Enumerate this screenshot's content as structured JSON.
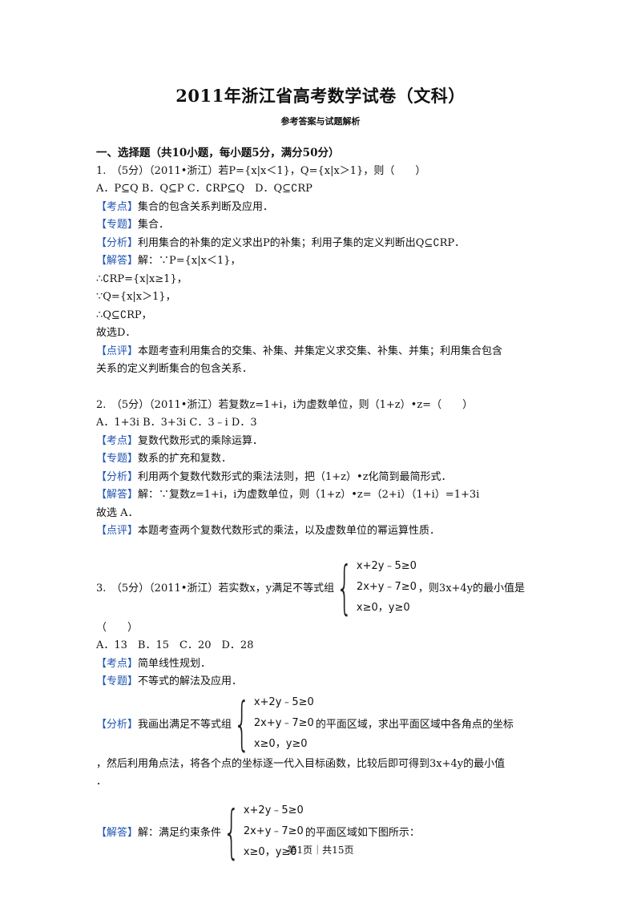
{
  "header": {
    "title": "2011年浙江省高考数学试卷（文科）",
    "subtitle": "参考答案与试题解析"
  },
  "section": "一、选择题（共10小题，每小题5分，满分50分）",
  "q1": {
    "stem": "1.　（5分）（2011•浙江）若P={x|x＜1}，Q={x|x＞1}，则（　　）",
    "options": "A．P⊆Q B．Q⊆P C．∁RP⊆Q　D．Q⊆∁RP",
    "kaodian_tag": "【考点】",
    "kaodian": "集合的包含关系判断及应用．",
    "zhuanti_tag": "【专题】",
    "zhuanti": "集合．",
    "fenxi_tag": "【分析】",
    "fenxi": "利用集合的补集的定义求出P的补集；利用子集的定义判断出Q⊆∁RP．",
    "jieda_tag": "【解答】",
    "jieda": "解：∵P={x|x＜1}，",
    "steps": [
      "∴∁RP={x|x≥1}，",
      "∵Q={x|x＞1}，",
      "∴Q⊆∁RP，",
      "故选D．"
    ],
    "dianping_tag": "【点评】",
    "dianping1": "本题考查利用集合的交集、补集、并集定义求交集、补集、并集；利用集合包含",
    "dianping2": "关系的定义判断集合的包含关系．"
  },
  "q2": {
    "stem": "2.　（5分）（2011•浙江）若复数z=1+i，i为虚数单位，则（1+z）•z=（　　）",
    "options": "A．1+3i B．3+3i C．3﹣i D．3",
    "kaodian_tag": "【考点】",
    "kaodian": "复数代数形式的乘除运算．",
    "zhuanti_tag": "【专题】",
    "zhuanti": "数系的扩充和复数．",
    "fenxi_tag": "【分析】",
    "fenxi": "利用两个复数代数形式的乘法法则，把（1+z）•z化简到最简形式．",
    "jieda_tag": "【解答】",
    "jieda": "解：∵复数z=1+i，i为虚数单位，则（1+z）•z=（2+i）（1+i）=1+3i",
    "choose": "故选 A．",
    "dianping_tag": "【点评】",
    "dianping": "本题考查两个复数代数形式的乘法，以及虚数单位的幂运算性质．"
  },
  "q3": {
    "stem_pre": "3.　（5分）（2011•浙江）若实数x，y满足不等式组",
    "stem_post": "，则3x+4y的最小值是",
    "system": [
      "x+2y﹣5≥0",
      "2x+y﹣7≥0",
      "x≥0，y≥0"
    ],
    "paren": "（　　）",
    "options": "A．13　B．15　C．20　D．28",
    "kaodian_tag": "【考点】",
    "kaodian": "简单线性规划．",
    "zhuanti_tag": "【专题】",
    "zhuanti": "不等式的解法及应用．",
    "fenxi_tag": "【分析】",
    "fenxi_pre": "我画出满足不等式组",
    "fenxi_post": "的平面区域，求出平面区域中各角点的坐标",
    "fenxi_cont": "，然后利用角点法，将各个点的坐标逐一代入目标函数，比较后即可得到3x+4y的最小值",
    "fenxi_dot": "．",
    "jieda_tag": "【解答】",
    "jieda_pre": "解：满足约束条件",
    "jieda_post": "的平面区域如下图所示："
  },
  "footer": "第1页｜共15页"
}
